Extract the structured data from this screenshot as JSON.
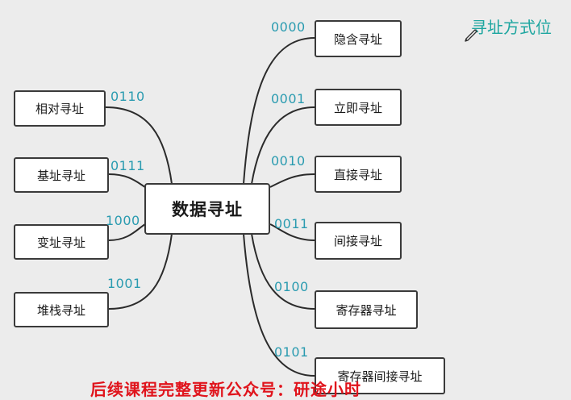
{
  "diagram": {
    "center": "数据寻址",
    "note": "寻址方式位",
    "left_branches": [
      {
        "label": "相对寻址",
        "code": "0110"
      },
      {
        "label": "基址寻址",
        "code": "0111"
      },
      {
        "label": "变址寻址",
        "code": "1000"
      },
      {
        "label": "堆栈寻址",
        "code": "1001"
      }
    ],
    "right_branches": [
      {
        "label": "隐含寻址",
        "code": "0000"
      },
      {
        "label": "立即寻址",
        "code": "0001"
      },
      {
        "label": "直接寻址",
        "code": "0010"
      },
      {
        "label": "间接寻址",
        "code": "0011"
      },
      {
        "label": "寄存器寻址",
        "code": "0100"
      },
      {
        "label": "寄存器间接寻址",
        "code": "0101"
      }
    ],
    "line_color": "#2b2b2b",
    "code_color": "#2a9bb0",
    "note_color": "#1ea6a0"
  },
  "banner": {
    "text": "后续课程完整更新公众号：研途小时",
    "color": "#e0141c"
  }
}
